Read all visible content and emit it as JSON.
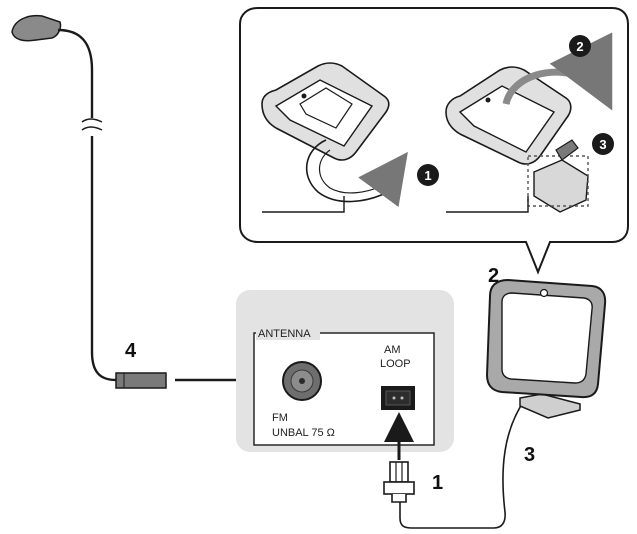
{
  "step_labels": {
    "s1": "1",
    "s2": "2",
    "s3": "3",
    "s4": "4"
  },
  "inset_steps": {
    "c1": "1",
    "c2": "2",
    "c3": "3"
  },
  "panel": {
    "antenna_label": "ANTENNA",
    "am_line1": "AM",
    "am_line2": "LOOP",
    "fm_line1": "FM",
    "fm_line2": "UNBAL 75 Ω"
  },
  "colors": {
    "line": "#1a1a1a",
    "panel_bg": "#e3e3e3",
    "gray_frame": "#9c9c9c",
    "connector": "#7a7a7a",
    "plug_fill": "#808080"
  }
}
